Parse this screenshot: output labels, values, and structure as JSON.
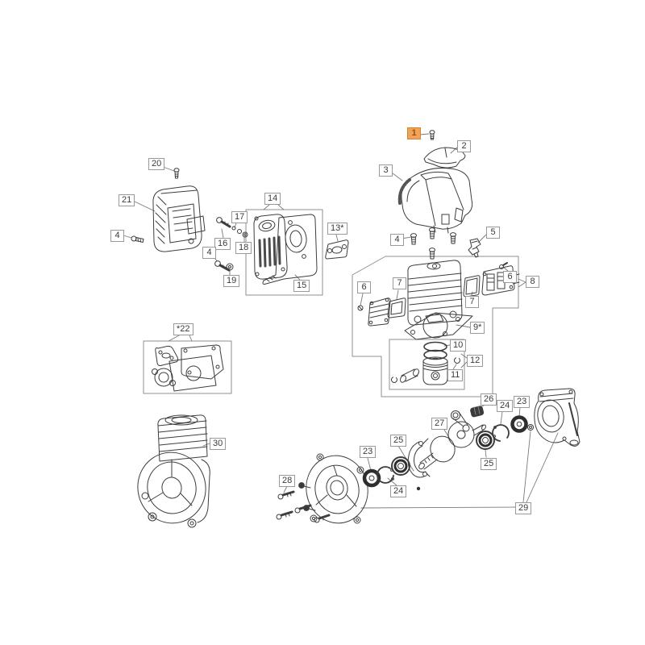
{
  "diagram": {
    "type": "exploded-parts-diagram",
    "background_color": "#ffffff",
    "line_color": "#3d3d3d",
    "leader_color": "#7a7a7a",
    "box_color": "#8f8f8f",
    "highlight": {
      "background": "#f0a35c",
      "border": "#d9822b",
      "text": "#a34d00"
    }
  },
  "labels": [
    {
      "text": "20",
      "highlighted": false
    },
    {
      "text": "21",
      "highlighted": false
    },
    {
      "text": "4",
      "highlighted": false
    },
    {
      "text": "1",
      "highlighted": true
    },
    {
      "text": "2",
      "highlighted": false
    },
    {
      "text": "3",
      "highlighted": false
    },
    {
      "text": "4",
      "highlighted": false
    },
    {
      "text": "5",
      "highlighted": false
    },
    {
      "text": "14",
      "highlighted": false
    },
    {
      "text": "17",
      "highlighted": false
    },
    {
      "text": "16",
      "highlighted": false
    },
    {
      "text": "18",
      "highlighted": false
    },
    {
      "text": "4",
      "highlighted": false
    },
    {
      "text": "19",
      "highlighted": false
    },
    {
      "text": "15",
      "highlighted": false
    },
    {
      "text": "13*",
      "highlighted": false
    },
    {
      "text": "6",
      "highlighted": false
    },
    {
      "text": "7",
      "highlighted": false
    },
    {
      "text": "7",
      "highlighted": false
    },
    {
      "text": "6",
      "highlighted": false
    },
    {
      "text": "8",
      "highlighted": false
    },
    {
      "text": "9*",
      "highlighted": false
    },
    {
      "text": "10",
      "highlighted": false
    },
    {
      "text": "12",
      "highlighted": false
    },
    {
      "text": "11",
      "highlighted": false
    },
    {
      "text": "*22",
      "highlighted": false
    },
    {
      "text": "30",
      "highlighted": false
    },
    {
      "text": "28",
      "highlighted": false
    },
    {
      "text": "23",
      "highlighted": false
    },
    {
      "text": "25",
      "highlighted": false
    },
    {
      "text": "24",
      "highlighted": false
    },
    {
      "text": "26",
      "highlighted": false
    },
    {
      "text": "27",
      "highlighted": false
    },
    {
      "text": "25",
      "highlighted": false
    },
    {
      "text": "24",
      "highlighted": false
    },
    {
      "text": "23",
      "highlighted": false
    },
    {
      "text": "29",
      "highlighted": false
    }
  ]
}
